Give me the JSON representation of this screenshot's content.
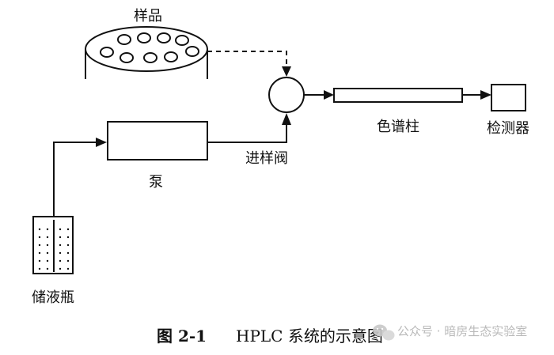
{
  "labels": {
    "sample": "样品",
    "pump": "泵",
    "injector": "进样阀",
    "column": "色谱柱",
    "detector": "检测器",
    "reservoir": "储液瓶"
  },
  "caption": {
    "number": "图 2-1",
    "text": "HPLC 系统的示意图"
  },
  "watermark": "公众号 · 暗房生态实验室",
  "icons": [
    "wechat-icon"
  ]
}
